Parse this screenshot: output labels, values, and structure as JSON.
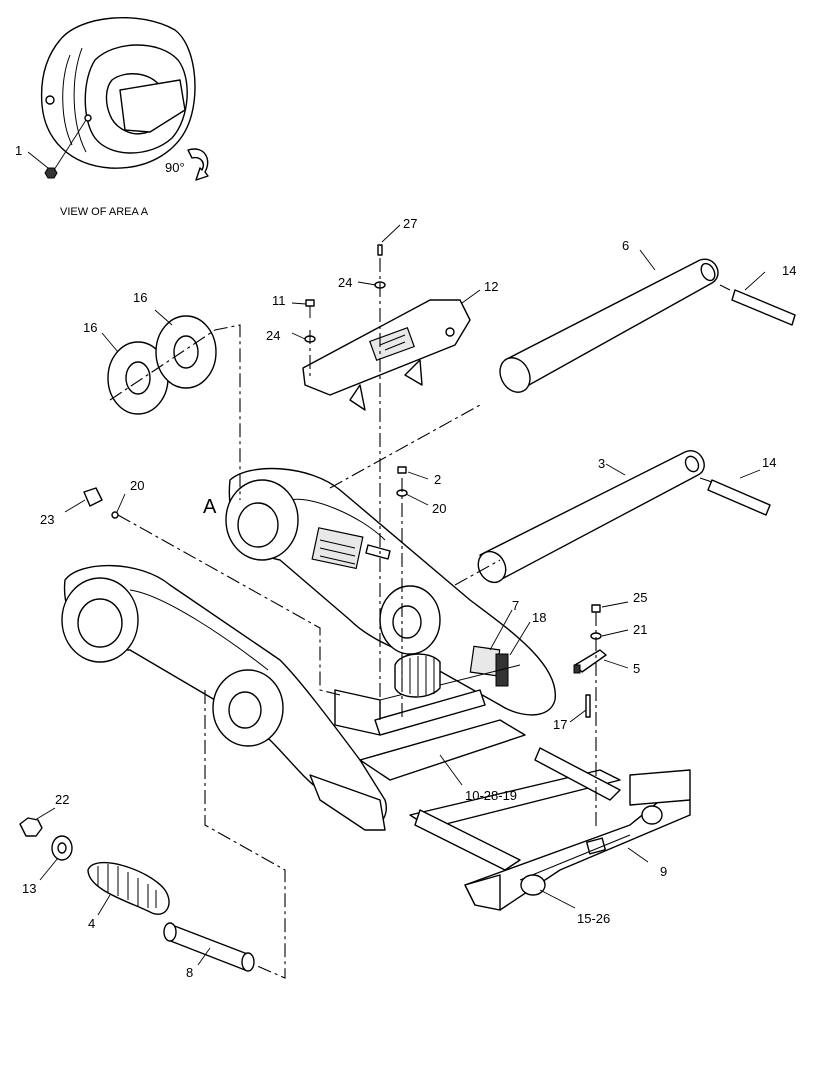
{
  "view_caption": "VIEW OF AREA  A",
  "rotation_label": "90°",
  "area_letter": "A",
  "callouts": [
    {
      "id": "c1",
      "text": "1"
    },
    {
      "id": "c2",
      "text": "2"
    },
    {
      "id": "c3",
      "text": "3"
    },
    {
      "id": "c4",
      "text": "4"
    },
    {
      "id": "c5",
      "text": "5"
    },
    {
      "id": "c6",
      "text": "6"
    },
    {
      "id": "c7",
      "text": "7"
    },
    {
      "id": "c8",
      "text": "8"
    },
    {
      "id": "c9",
      "text": "9"
    },
    {
      "id": "c10_28_19",
      "text": "10-28-19"
    },
    {
      "id": "c11",
      "text": "11"
    },
    {
      "id": "c12",
      "text": "12"
    },
    {
      "id": "c13",
      "text": "13"
    },
    {
      "id": "c14a",
      "text": "14"
    },
    {
      "id": "c14b",
      "text": "14"
    },
    {
      "id": "c15_26",
      "text": "15-26"
    },
    {
      "id": "c16a",
      "text": "16"
    },
    {
      "id": "c16b",
      "text": "16"
    },
    {
      "id": "c17",
      "text": "17"
    },
    {
      "id": "c18",
      "text": "18"
    },
    {
      "id": "c20a",
      "text": "20"
    },
    {
      "id": "c20b",
      "text": "20"
    },
    {
      "id": "c21",
      "text": "21"
    },
    {
      "id": "c22",
      "text": "22"
    },
    {
      "id": "c23",
      "text": "23"
    },
    {
      "id": "c24a",
      "text": "24"
    },
    {
      "id": "c24b",
      "text": "24"
    },
    {
      "id": "c25",
      "text": "25"
    },
    {
      "id": "c27",
      "text": "27"
    }
  ]
}
